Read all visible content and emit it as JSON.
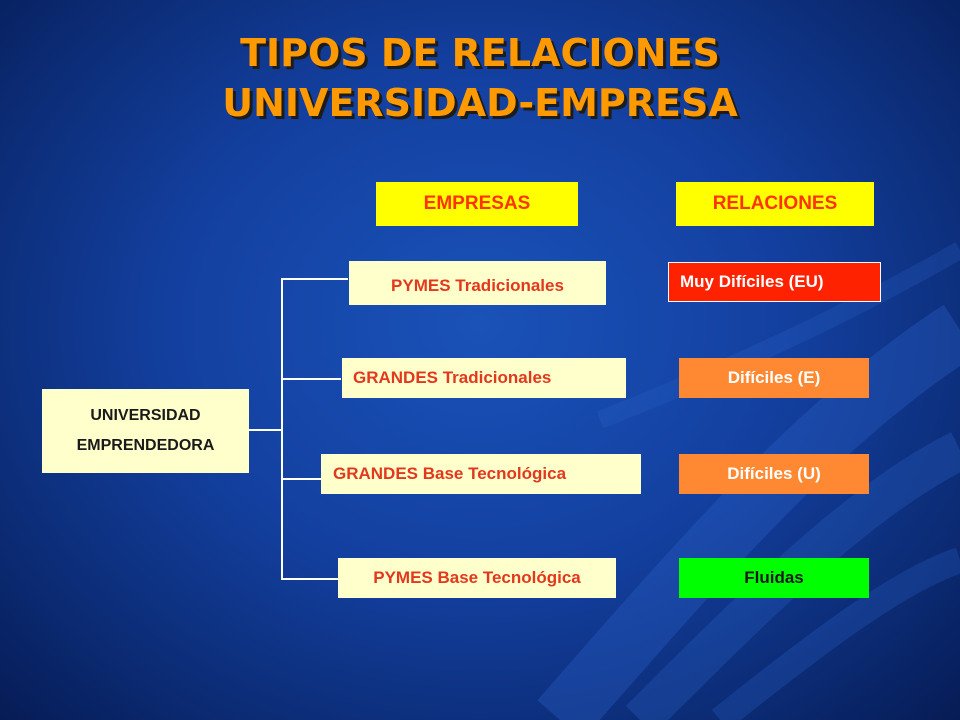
{
  "title": {
    "line1": "TIPOS DE RELACIONES",
    "line2": "UNIVERSIDAD-EMPRESA"
  },
  "headers": {
    "empresas": "EMPRESAS",
    "relaciones": "RELACIONES"
  },
  "root": {
    "line1": "UNIVERSIDAD",
    "line2": "EMPRENDEDORA"
  },
  "companies": [
    "PYMES Tradicionales",
    "GRANDES Tradicionales",
    "GRANDES Base Tecnológica",
    "PYMES Base Tecnológica"
  ],
  "relations": [
    {
      "label": "Muy Difíciles (EU)",
      "color": "#ff2200"
    },
    {
      "label": "Difíciles (E)",
      "color": "#ff8833"
    },
    {
      "label": "Difíciles (U)",
      "color": "#ff8833"
    },
    {
      "label": "Fluidas",
      "color": "#00ff00"
    }
  ],
  "colors": {
    "title": "#ff9900",
    "header_fill": "#ffff00",
    "header_text": "#ff3300",
    "box_fill": "#ffffcc",
    "company_text": "#e2381d",
    "background": "#1340a0"
  }
}
